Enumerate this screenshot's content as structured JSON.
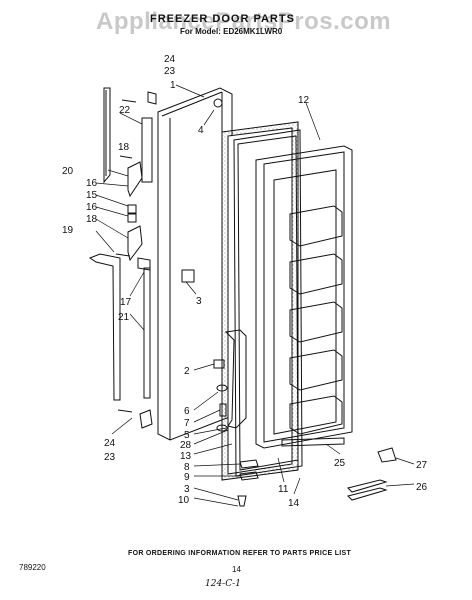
{
  "watermark": "AppliancePartsPros.com",
  "title": "FREEZER DOOR PARTS",
  "model": "For Model: ED26MK1LWR0",
  "footer_note": "FOR ORDERING INFORMATION REFER TO PARTS PRICE LIST",
  "doc_number": "789220",
  "page_number": "14",
  "handwritten_note": "124-C-1",
  "callouts": [
    "24",
    "23",
    "22",
    "1",
    "4",
    "12",
    "20",
    "18",
    "16",
    "15",
    "16",
    "18",
    "19",
    "3",
    "17",
    "21",
    "2",
    "6",
    "7",
    "5",
    "28",
    "13",
    "8",
    "9",
    "3",
    "10",
    "11",
    "14",
    "25",
    "27",
    "26",
    "24",
    "23"
  ]
}
